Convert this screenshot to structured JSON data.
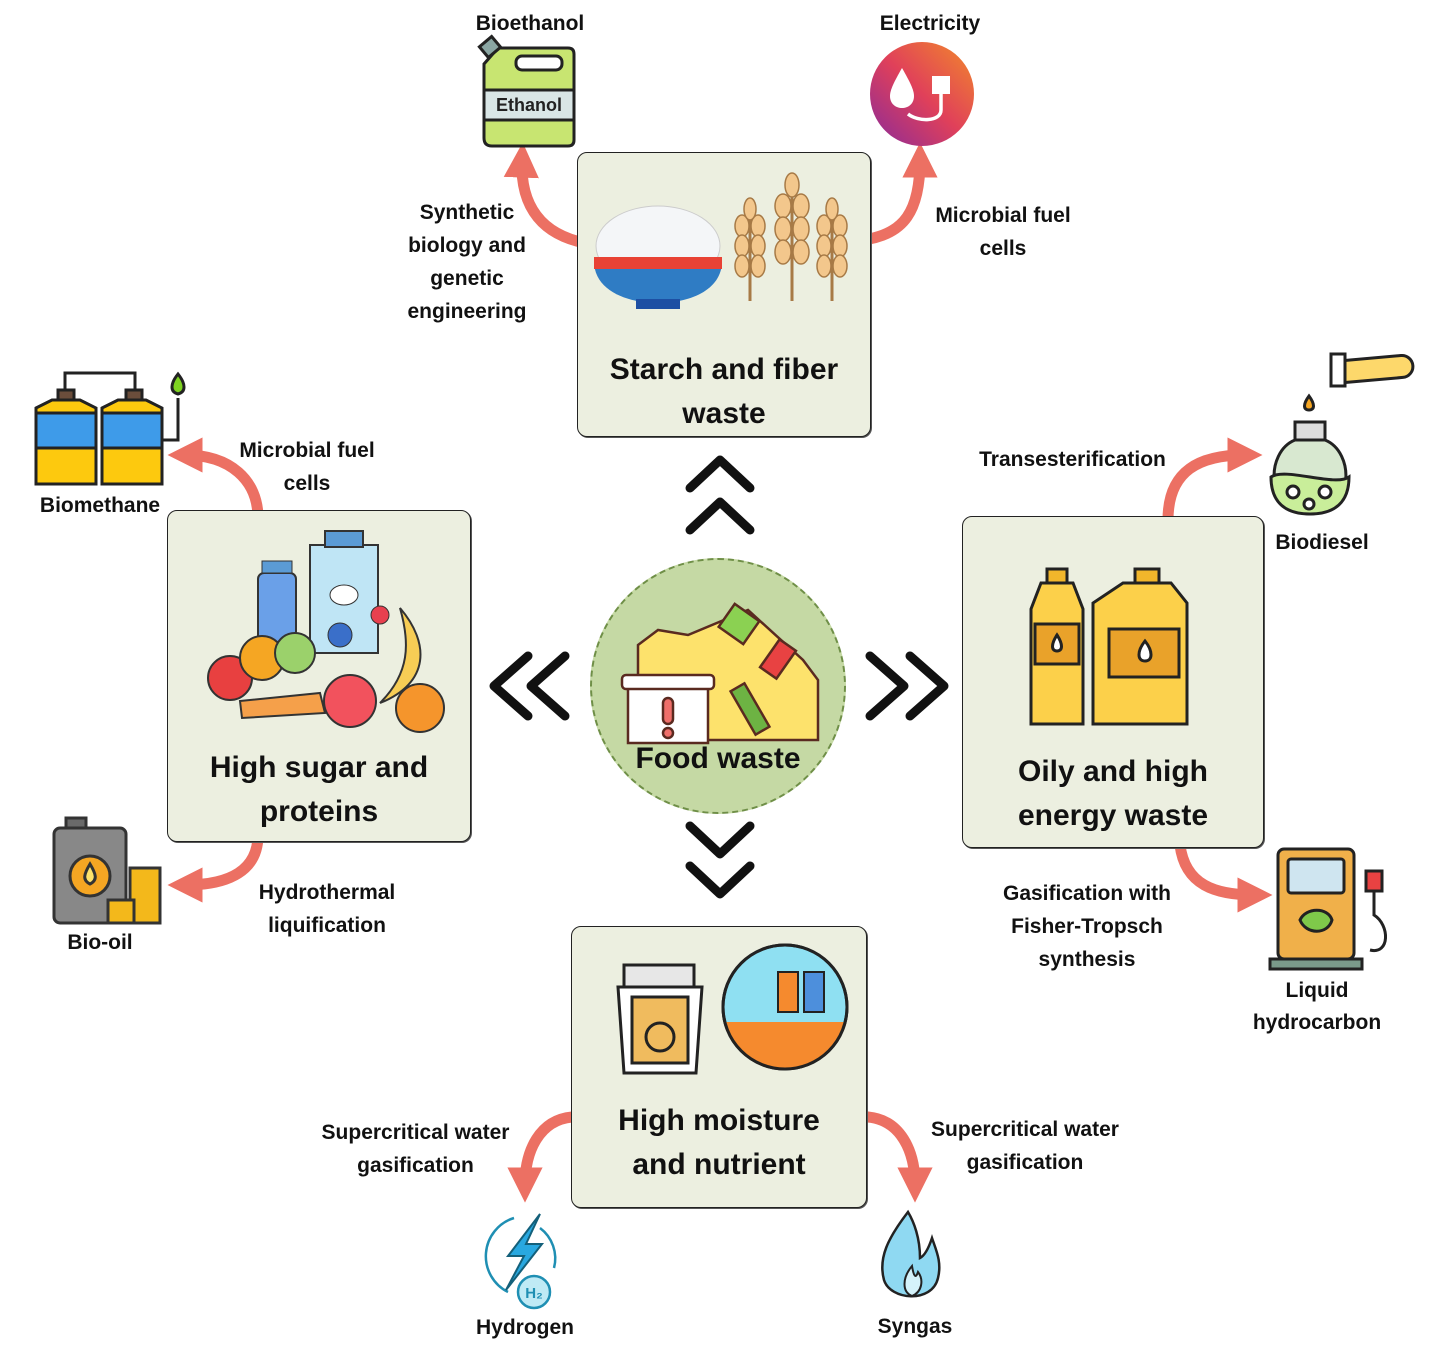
{
  "center": {
    "label": "Food waste"
  },
  "categories": {
    "top": {
      "title_line1": "Starch and fiber",
      "title_line2": "waste"
    },
    "left": {
      "title_line1": "High sugar and",
      "title_line2": "proteins"
    },
    "right": {
      "title_line1": "Oily and high",
      "title_line2": "energy waste"
    },
    "bottom": {
      "title_line1": "High moisture",
      "title_line2": "and nutrient"
    }
  },
  "pathways": [
    {
      "from": "top",
      "process": [
        "Synthetic",
        "biology and",
        "genetic",
        "engineering"
      ],
      "product": "Bioethanol"
    },
    {
      "from": "top",
      "process": [
        "Microbial fuel",
        "cells"
      ],
      "product": "Electricity"
    },
    {
      "from": "left",
      "process": [
        "Microbial fuel",
        "cells"
      ],
      "product": "Biomethane"
    },
    {
      "from": "left",
      "process": [
        "Hydrothermal",
        "liquification"
      ],
      "product": "Bio-oil"
    },
    {
      "from": "right",
      "process": [
        "Transesterification"
      ],
      "product": "Biodiesel"
    },
    {
      "from": "right",
      "process": [
        "Gasification with",
        "Fisher-Tropsch",
        "synthesis"
      ],
      "product_lines": [
        "Liquid",
        "hydrocarbon"
      ]
    },
    {
      "from": "bottom",
      "process": [
        "Supercritical water",
        "gasification"
      ],
      "product": "Hydrogen"
    },
    {
      "from": "bottom",
      "process": [
        "Supercritical water",
        "gasification"
      ],
      "product": "Syngas"
    }
  ],
  "icons": {
    "ethanol_label": "Ethanol",
    "h2_label": "H₂"
  },
  "colors": {
    "arrow": "#ec7063",
    "card_bg": "#ecefe0",
    "center_bg": "#c5d9a4"
  }
}
